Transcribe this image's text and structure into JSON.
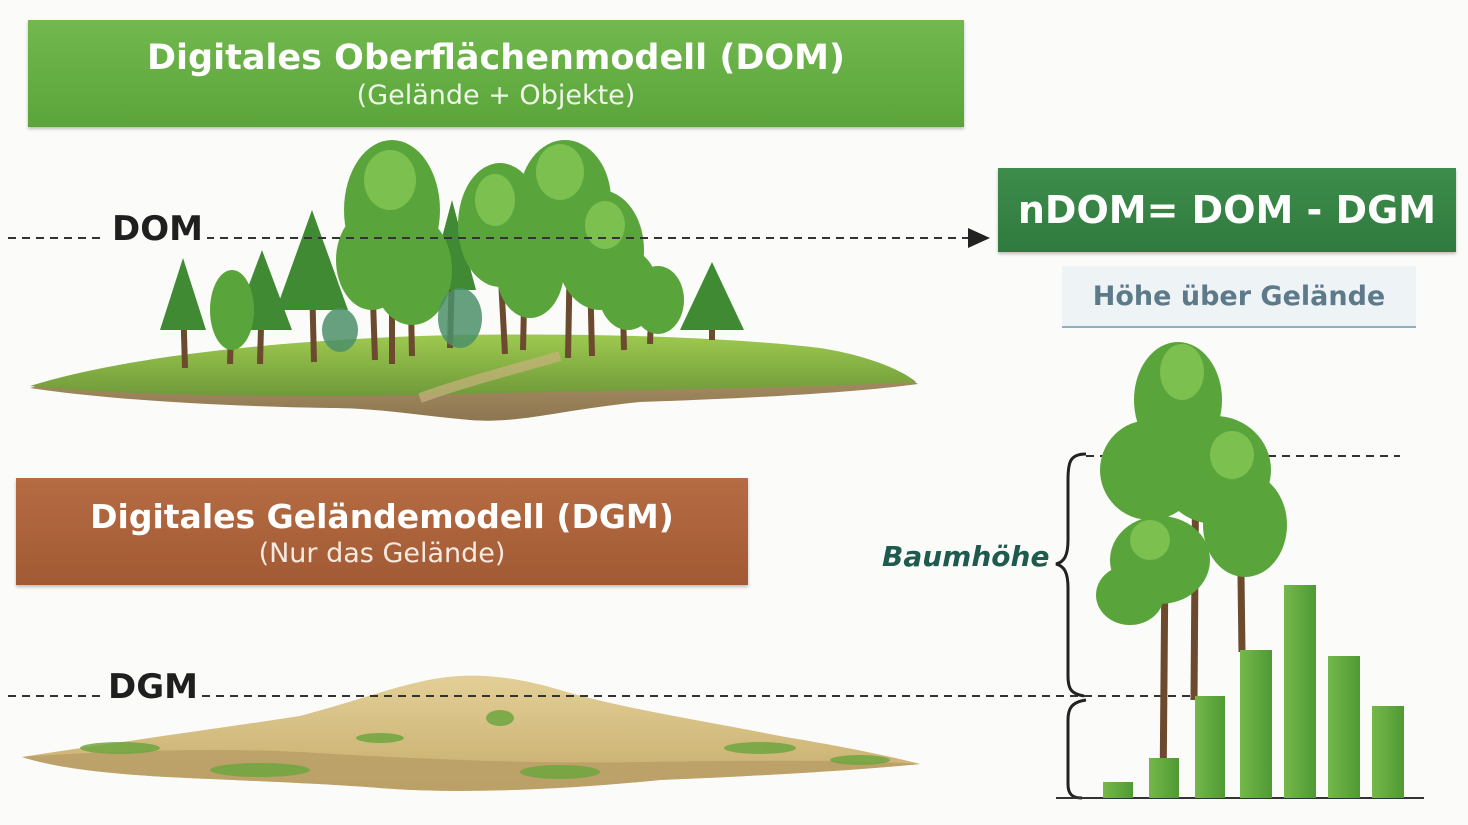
{
  "dom_banner": {
    "title": "Digitales Oberflächenmodell (DOM)",
    "subtitle": "(Gelände + Objekte)",
    "color": "#5fa83f"
  },
  "dgm_banner": {
    "title": "Digitales Geländemodell (DGM)",
    "subtitle": "(Nur das Gelände)",
    "color": "#a85e38"
  },
  "levels": {
    "dom_label": "DOM",
    "dgm_label": "DGM"
  },
  "formula": {
    "text": "nDOM= DOM - DGM",
    "color": "#347f43"
  },
  "hoehe_ueber_gelaende": "Höhe über Gelände",
  "baumhoehe_label": "Baumhöhe",
  "colors": {
    "tree_green": "#5aa53b",
    "terrain_sand": "#d9c28a",
    "accent_teal": "#1f5a4f"
  }
}
